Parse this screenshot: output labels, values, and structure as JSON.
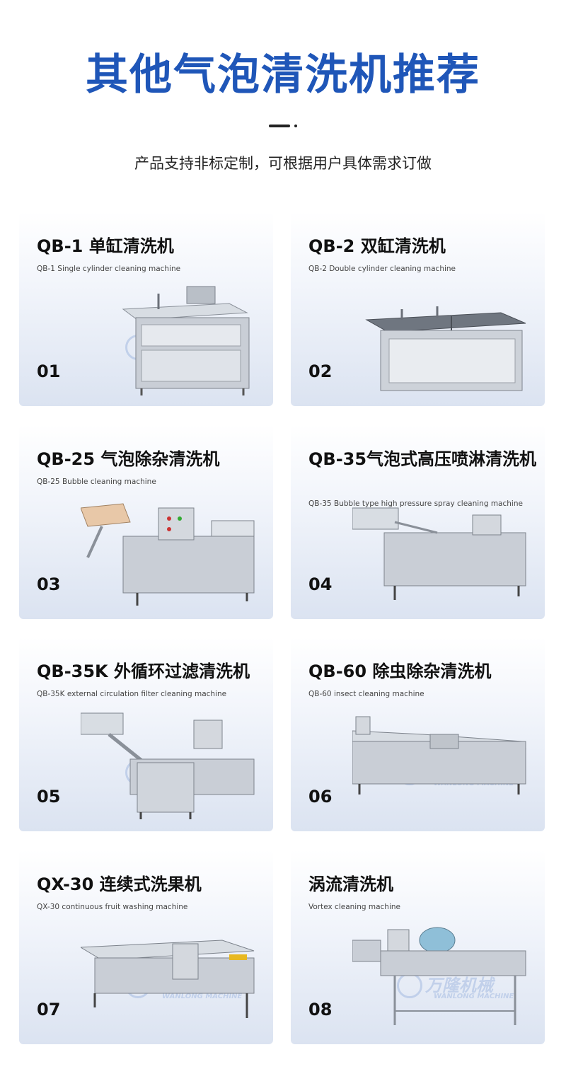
{
  "header": {
    "title": "其他气泡清洗机推荐",
    "subtitle": "产品支持非标定制，可根据用户具体需求订做"
  },
  "watermark": {
    "cn": "万隆机械",
    "en": "WANLONG MACHINE"
  },
  "cards": [
    {
      "name": "QB-1 单缸清洗机",
      "en": "QB-1 Single cylinder cleaning machine",
      "num": "01"
    },
    {
      "name": "QB-2 双缸清洗机",
      "en": "QB-2 Double cylinder cleaning machine",
      "num": "02"
    },
    {
      "name": "QB-25 气泡除杂清洗机",
      "en": "QB-25 Bubble cleaning machine",
      "num": "03"
    },
    {
      "name": "QB-35气泡式高压喷淋清洗机",
      "en": "QB-35 Bubble type high pressure spray cleaning machine",
      "num": "04"
    },
    {
      "name": "QB-35K 外循环过滤清洗机",
      "en": "QB-35K external circulation filter cleaning machine",
      "num": "05"
    },
    {
      "name": "QB-60 除虫除杂清洗机",
      "en": "QB-60 insect cleaning machine",
      "num": "06"
    },
    {
      "name": "QX-30 连续式洗果机",
      "en": "QX-30 continuous fruit washing machine",
      "num": "07"
    },
    {
      "name": "涡流清洗机",
      "en": "Vortex cleaning machine",
      "num": "08"
    }
  ]
}
